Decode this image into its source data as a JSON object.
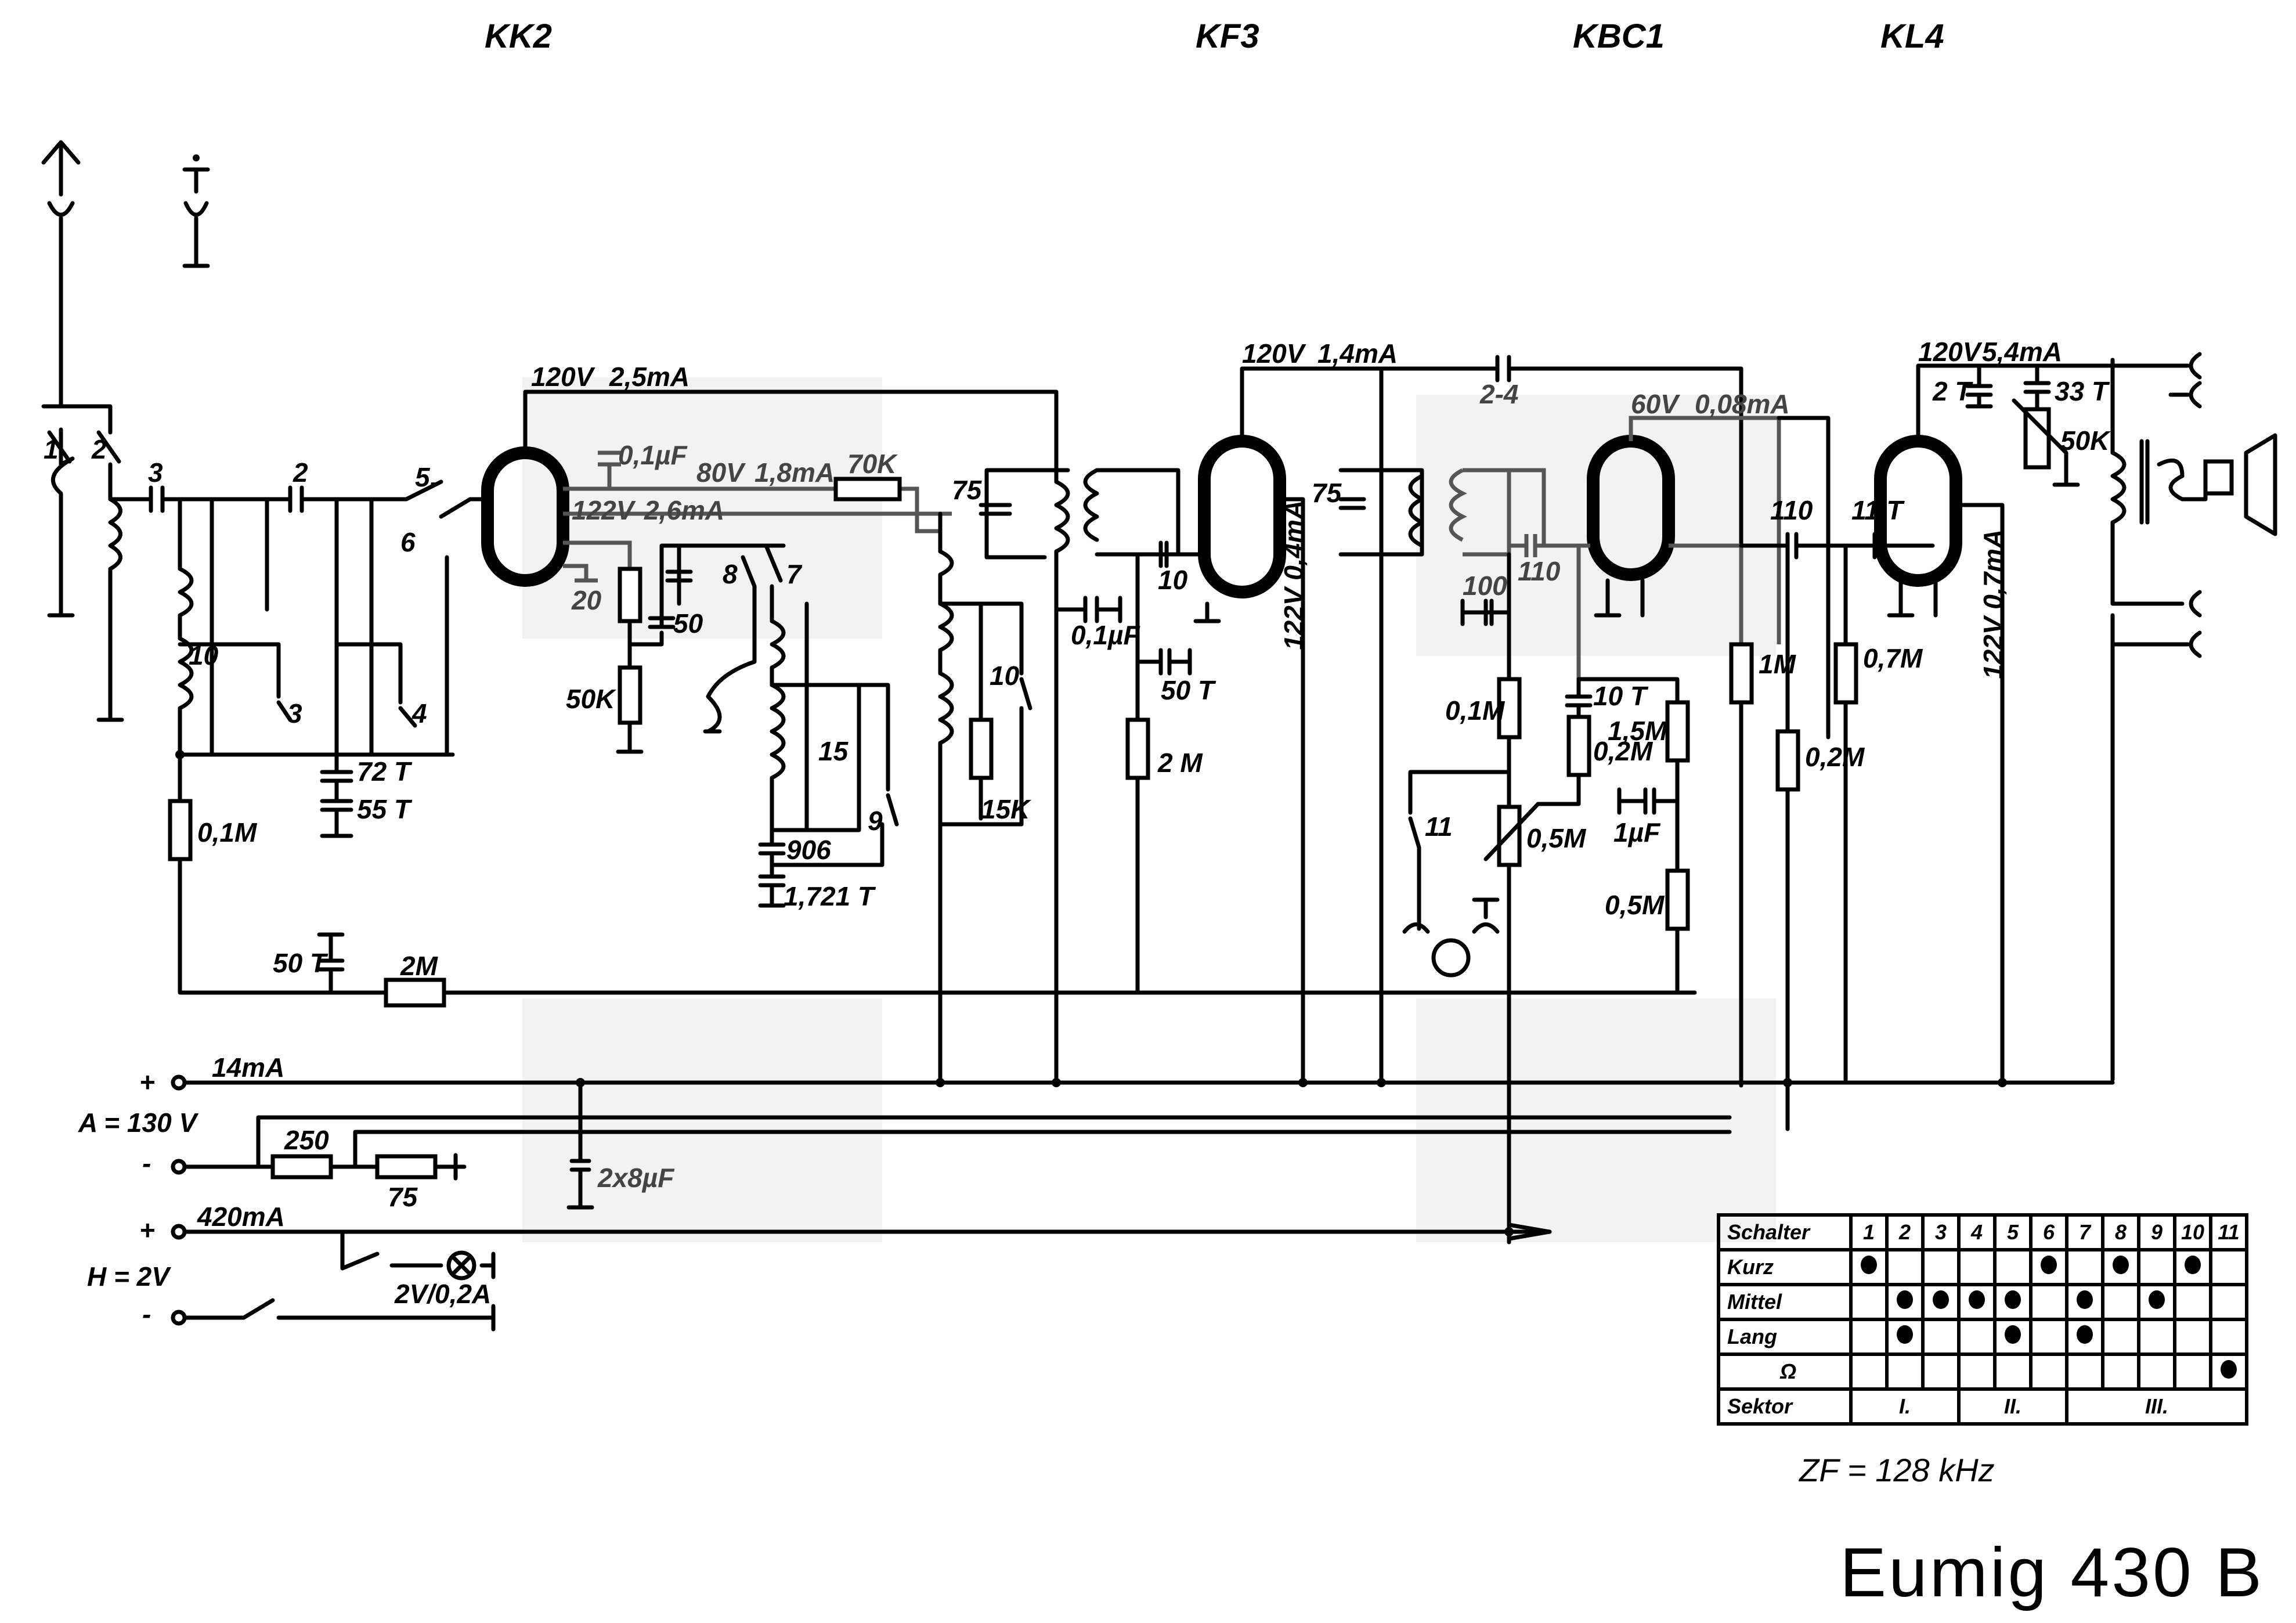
{
  "title": "Eumig 430 B",
  "if_frequency": "ZF = 128 kHz",
  "tubes": [
    {
      "name": "KK2",
      "anode": "120V",
      "anode_current": "2,5mA",
      "screen": "80V",
      "screen_current": "1,8mA",
      "osc_anode": "122V",
      "osc_current": "2,6mA"
    },
    {
      "name": "KF3",
      "anode": "120V",
      "anode_current": "1,4mA",
      "screen": "122V",
      "screen_current": "0,4mA"
    },
    {
      "name": "KBC1",
      "anode": "60V",
      "anode_current": "0,08mA"
    },
    {
      "name": "KL4",
      "anode": "120V",
      "anode_current": "5,4mA",
      "screen": "122V",
      "screen_current": "0,7mA"
    }
  ],
  "components": {
    "c_ant_3": "3",
    "c_ant_2": "2",
    "c_72": "72 T",
    "c_55": "55 T",
    "coil_10": "10",
    "r_01m_in": "0,1M",
    "c_50t_agc": "50 T",
    "r_2m_agc": "2M",
    "c_01uf_kk2": "0,1µF",
    "r_70k": "70K",
    "c_20": "20",
    "c_50": "50",
    "r_50k": "50K",
    "c_15": "15",
    "c_906": "906",
    "c_1721": "1,721 T",
    "r_15k": "15K",
    "c_75_if1": "75",
    "c_01uf_if": "0,1µF",
    "c_10": "10",
    "c_50t_kf3": "50 T",
    "r_2m_kf3": "2 M",
    "c_75_if2": "75",
    "c_2_4": "2-4",
    "c_110_det": "110",
    "c_100": "100",
    "r_01m_det": "0,1M",
    "pot_05m": "0,5M",
    "c_10t": "10 T",
    "r_02m_det": "0,2M",
    "r_15m": "1,5M",
    "c_1uf": "1µF",
    "r_05m": "0,5M",
    "r_1m": "1M",
    "c_110_out": "110",
    "c_11t": "11 T",
    "r_02m_out": "0,2M",
    "r_07m": "0,7M",
    "c_2t": "2 T",
    "c_33t": "33 T",
    "pot_50k": "50K"
  },
  "switches": [
    "1",
    "2",
    "3",
    "4",
    "5.",
    "6",
    "7",
    "8",
    "9",
    "10",
    "11"
  ],
  "power": {
    "a_plus_current": "14mA",
    "a_voltage": "A = 130 V",
    "r_250": "250",
    "r_75": "75",
    "c_filter": "2x8µF",
    "h_plus_current": "420mA",
    "h_voltage": "H = 2V",
    "lamp": "2V/0,2A",
    "plus": "+",
    "minus": "-"
  },
  "switch_table": {
    "header": "Schalter",
    "columns": [
      "1",
      "2",
      "3",
      "4",
      "5",
      "6",
      "7",
      "8",
      "9",
      "10",
      "11"
    ],
    "rows": [
      {
        "label": "Kurz",
        "on": [
          1,
          0,
          0,
          0,
          0,
          1,
          0,
          1,
          0,
          1,
          0
        ]
      },
      {
        "label": "Mittel",
        "on": [
          0,
          1,
          1,
          1,
          1,
          0,
          1,
          0,
          1,
          0,
          0
        ]
      },
      {
        "label": "Lang",
        "on": [
          0,
          1,
          0,
          0,
          1,
          0,
          1,
          0,
          0,
          0,
          0
        ]
      },
      {
        "label": "Ω",
        "on": [
          0,
          0,
          0,
          0,
          0,
          0,
          0,
          0,
          0,
          0,
          1
        ]
      }
    ],
    "sektor_label": "Sektor",
    "sektors": [
      "I.",
      "II.",
      "III."
    ]
  }
}
